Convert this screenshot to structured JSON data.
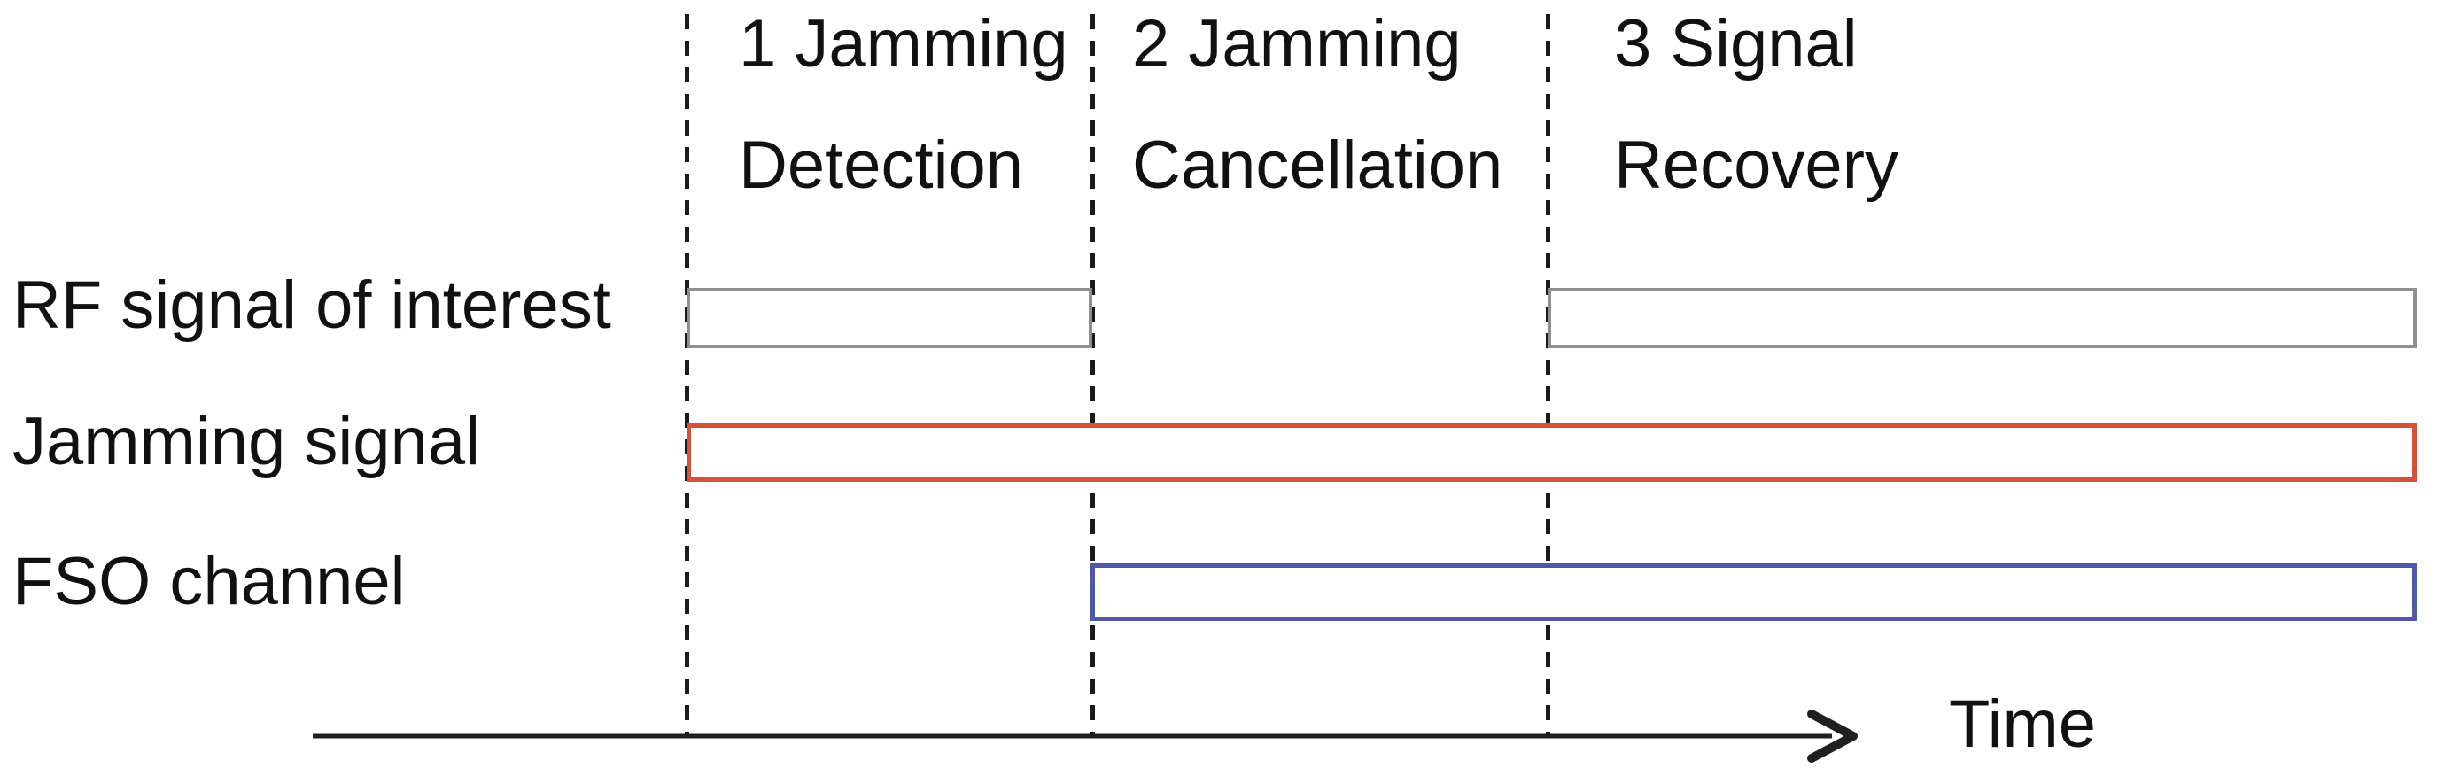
{
  "figure": {
    "phase_headers": [
      {
        "line1": "1 Jamming",
        "line2": "Detection"
      },
      {
        "line1": "2 Jamming",
        "line2": "Cancellation"
      },
      {
        "line1": "3 Signal",
        "line2": "Recovery"
      }
    ],
    "row_labels": [
      "RF signal of interest",
      "Jamming signal",
      "FSO channel"
    ],
    "axis_label": "Time",
    "colors": {
      "rf_bar_border": "#8F8F8F",
      "jamming_bar_border": "#D95038",
      "fso_bar_border": "#4F59A8",
      "lines_and_text": "#1A1A1A"
    },
    "timeline": {
      "phases": [
        "Jamming Detection",
        "Jamming Cancellation",
        "Signal Recovery"
      ],
      "bars": [
        {
          "row": "RF signal of interest",
          "active_phases": [
            1,
            3
          ]
        },
        {
          "row": "Jamming signal",
          "active_phases": [
            1,
            2,
            3
          ]
        },
        {
          "row": "FSO channel",
          "active_phases": [
            2,
            3
          ]
        }
      ]
    }
  }
}
